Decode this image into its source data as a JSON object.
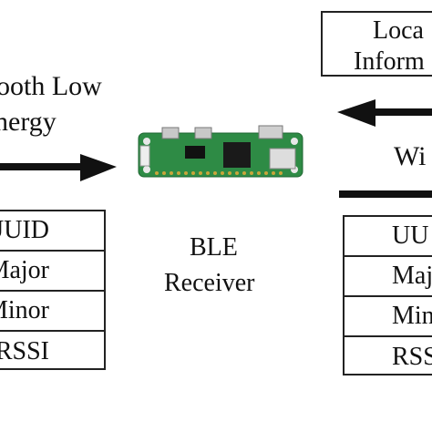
{
  "left_label": {
    "line1": "ooth Low",
    "line2": "nergy"
  },
  "left_fields": [
    "UUID",
    "Major",
    "Minor",
    "RSSI"
  ],
  "device_label": {
    "line1": "BLE",
    "line2": "Receiver"
  },
  "right_box": {
    "line1": "Loca",
    "line2": "Inform"
  },
  "right_label": "Wi",
  "right_fields": [
    "UU",
    "Maj",
    "Min",
    "RSS"
  ],
  "colors": {
    "pcb": "#2e8b45",
    "arrow": "#111111",
    "border": "#222222"
  }
}
